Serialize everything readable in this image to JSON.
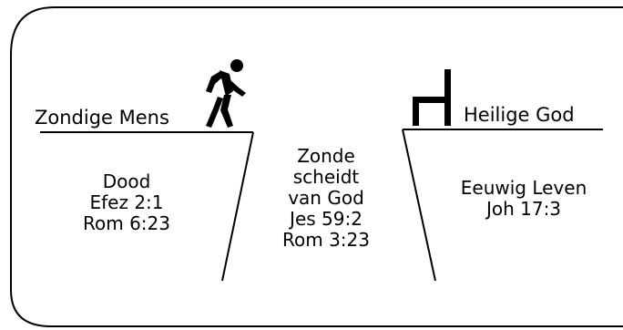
{
  "diagram": {
    "left_label": "Zondige Mens",
    "right_label": "Heilige God",
    "left_block": {
      "lines": [
        "Dood",
        "Efez 2:1",
        "Rom 6:23"
      ]
    },
    "middle_block": {
      "lines": [
        "Zonde",
        "scheidt",
        "van God",
        "Jes 59:2",
        "Rom 3:23"
      ]
    },
    "right_block": {
      "lines": [
        "Eeuwig Leven",
        "Joh 17:3"
      ]
    },
    "icons": {
      "left": "walking-person-icon",
      "right": "chair-icon"
    }
  }
}
